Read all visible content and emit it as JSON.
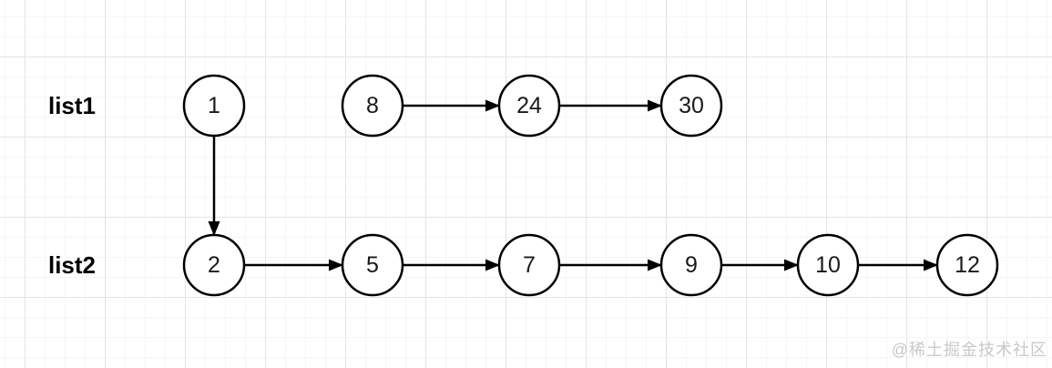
{
  "diagram": {
    "lists": [
      {
        "label": "list1",
        "nodes": [
          {
            "value": "1"
          },
          {
            "value": "8"
          },
          {
            "value": "24"
          },
          {
            "value": "30"
          }
        ]
      },
      {
        "label": "list2",
        "nodes": [
          {
            "value": "2"
          },
          {
            "value": "5"
          },
          {
            "value": "7"
          },
          {
            "value": "9"
          },
          {
            "value": "10"
          },
          {
            "value": "12"
          }
        ]
      }
    ],
    "edges": [
      {
        "from": "8",
        "to": "24",
        "direction": "right"
      },
      {
        "from": "24",
        "to": "30",
        "direction": "right"
      },
      {
        "from": "1",
        "to": "2",
        "direction": "down"
      },
      {
        "from": "2",
        "to": "5",
        "direction": "right"
      },
      {
        "from": "5",
        "to": "7",
        "direction": "right"
      },
      {
        "from": "7",
        "to": "9",
        "direction": "right"
      },
      {
        "from": "9",
        "to": "10",
        "direction": "right"
      },
      {
        "from": "10",
        "to": "12",
        "direction": "right"
      }
    ]
  },
  "watermark": {
    "text": "@稀土掘金技术社区"
  },
  "colors": {
    "background": "#ffffff",
    "grid_minor": "#f5f5f5",
    "grid_major": "#e4e4e4",
    "node_fill": "#ffffff",
    "node_stroke": "#000000",
    "edge": "#000000",
    "label_text": "#000000",
    "watermark_text": "#c9c9c9"
  }
}
